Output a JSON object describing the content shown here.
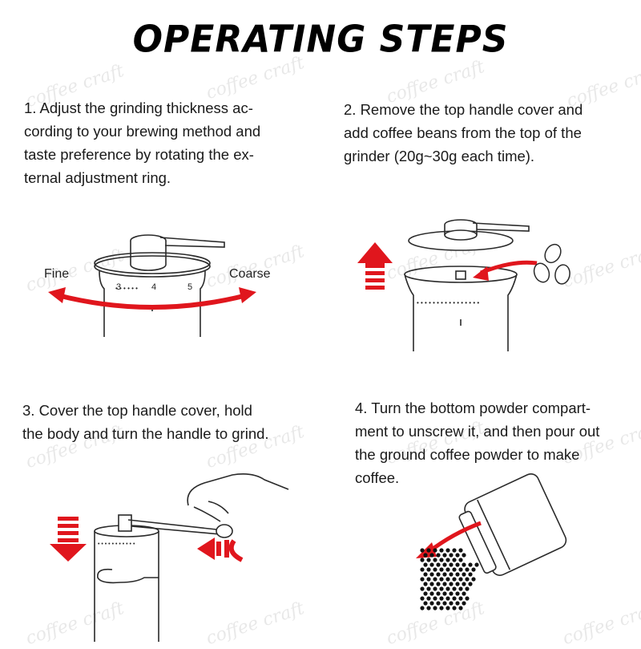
{
  "title": "OPERATING STEPS",
  "watermark": "coffee craft",
  "steps": [
    {
      "lines": [
        "1. Adjust the grinding thickness ac-",
        "cording to your brewing method and",
        "taste preference by rotating the ex-",
        "ternal adjustment ring."
      ]
    },
    {
      "lines": [
        "2. Remove the top handle cover and",
        "add coffee beans from the top of the",
        "grinder (20g~30g each time)."
      ]
    },
    {
      "lines": [
        "3. Cover the top handle cover, hold",
        "the body and turn the handle to grind."
      ]
    },
    {
      "lines": [
        "4. Turn the bottom powder compart-",
        "ment to unscrew it, and then pour out",
        "the ground coffee powder to make",
        "coffee."
      ]
    }
  ],
  "labels": {
    "fine": "Fine",
    "coarse": "Coarse"
  },
  "scale": {
    "n3": "3",
    "n4": "4",
    "n5": "5"
  },
  "colors": {
    "arrow": "#e0161d",
    "line": "#2a2a2a"
  }
}
